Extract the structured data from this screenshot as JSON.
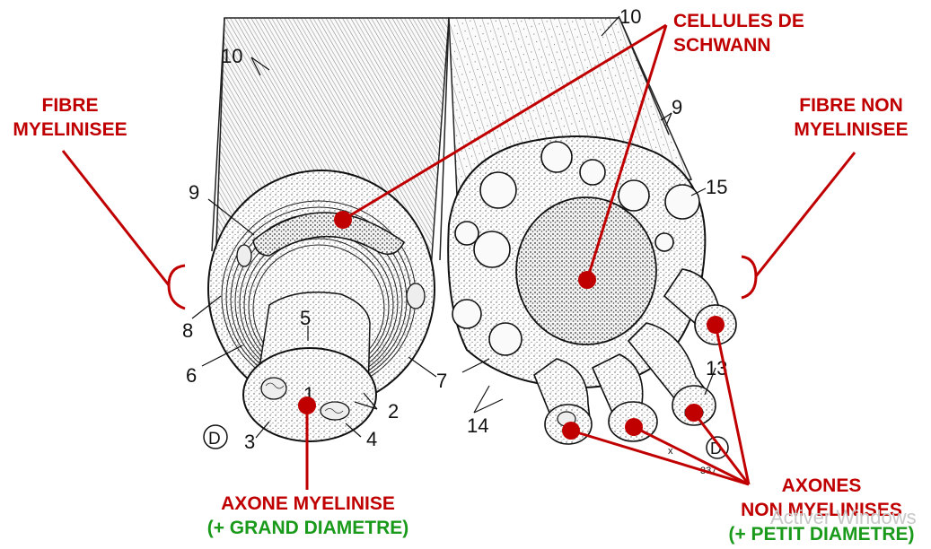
{
  "labels": {
    "fibre_myelinisee": [
      "FIBRE",
      "MYELINISEE"
    ],
    "fibre_non_myelinisee": [
      "FIBRE NON",
      "MYELINISEE"
    ],
    "cellules_de_schwann": [
      "CELLULES DE",
      "SCHWANN"
    ],
    "axone_myelinise": [
      "AXONE MYELINISE",
      "(+ GRAND DIAMETRE)"
    ],
    "axones_non_myelinises": [
      "AXONES",
      "NON MYELINISES",
      "(+ PETIT DIAMETRE)"
    ]
  },
  "figure_numbers": [
    "10",
    "10",
    "9",
    "9",
    "15",
    "8",
    "6",
    "5",
    "1",
    "2",
    "7",
    "3",
    "4",
    "14",
    "13"
  ],
  "figure_marks": [
    "D",
    "D",
    "337",
    "x"
  ],
  "watermark": "Activer Windows",
  "colors": {
    "label_red": "#c00000",
    "label_green": "#1a9a1a",
    "leader_red": "#c00000",
    "ink": "#111111"
  }
}
